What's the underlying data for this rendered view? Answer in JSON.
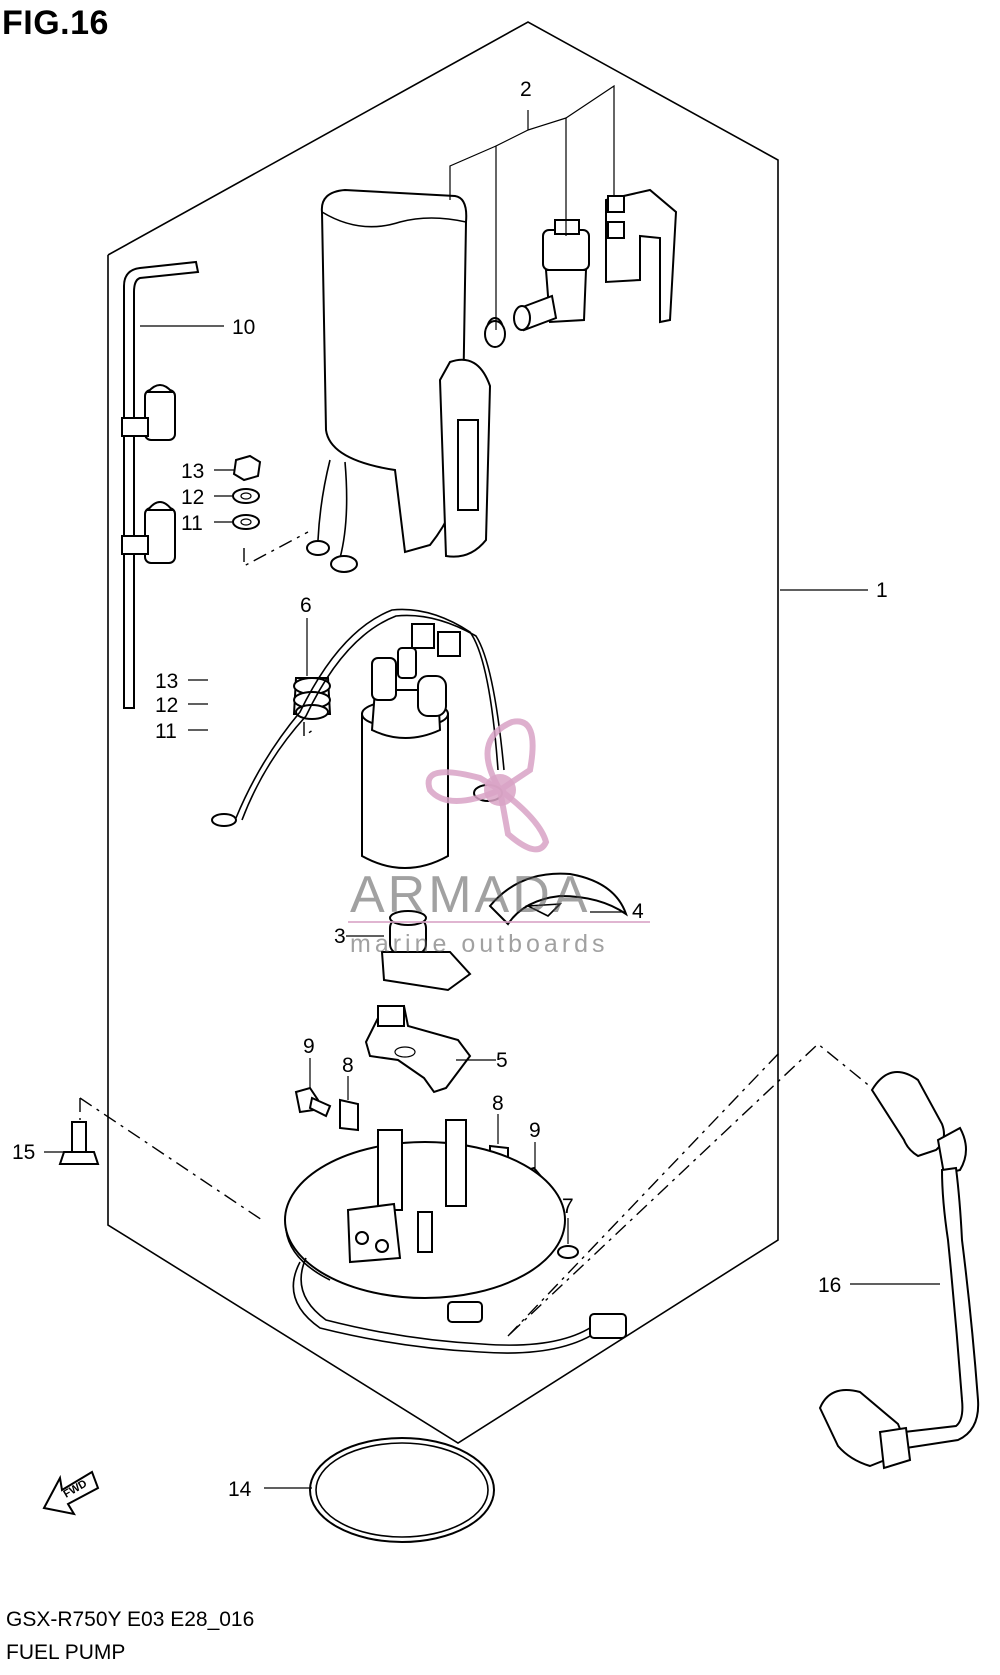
{
  "figure": {
    "title": "FIG.16",
    "code": "GSX-R750Y E03 E28_016",
    "name": "FUEL PUMP"
  },
  "callouts": {
    "c1": "1",
    "c2": "2",
    "c3": "3",
    "c4": "4",
    "c5": "5",
    "c6": "6",
    "c7": "7",
    "c8a": "8",
    "c8b": "8",
    "c9a": "9",
    "c9b": "9",
    "c10": "10",
    "c11a": "11",
    "c11b": "11",
    "c12a": "12",
    "c12b": "12",
    "c13a": "13",
    "c13b": "13",
    "c14": "14",
    "c15": "15",
    "c16": "16"
  },
  "fwd_label": "FWD",
  "watermark": {
    "brand": "ARMADA",
    "tagline": "marine outboards",
    "accent_color": "#d9a3c6"
  }
}
